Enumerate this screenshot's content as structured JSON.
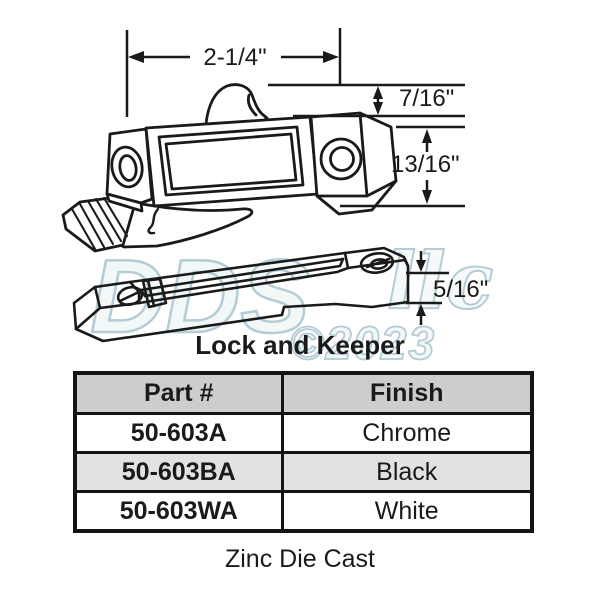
{
  "drawing": {
    "caption": "Lock and Keeper",
    "dimensions": {
      "width": "2-1/4\"",
      "cam_height": "7/16\"",
      "body_height": "13/16\"",
      "keeper_height": "5/16\""
    }
  },
  "watermark": {
    "brand": "DDS",
    "suffix": "llc",
    "year": "©2023"
  },
  "table": {
    "headers": {
      "part": "Part #",
      "finish": "Finish"
    },
    "rows": [
      {
        "part": "50-603A",
        "finish": "Chrome"
      },
      {
        "part": "50-603BA",
        "finish": "Black"
      },
      {
        "part": "50-603WA",
        "finish": "White"
      }
    ]
  },
  "footer": {
    "material": "Zinc Die Cast"
  },
  "colors": {
    "line": "#1a1a1a",
    "table_header_bg": "#cdcdcd",
    "table_alt_row_bg": "#e2e2e2",
    "watermark_stroke": "#a7c4cf"
  }
}
